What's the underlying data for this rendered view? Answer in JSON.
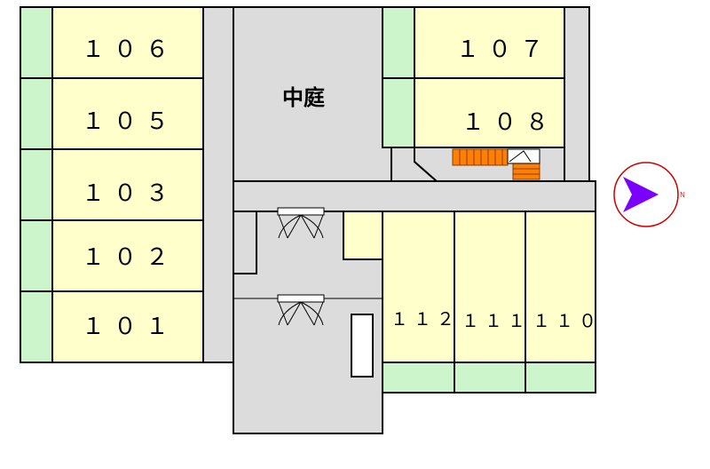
{
  "courtyard": {
    "label": "中庭"
  },
  "rooms": {
    "r106": "１０６",
    "r105": "１０５",
    "r103": "１０３",
    "r102": "１０２",
    "r101": "１０１",
    "r107": "１０７",
    "r108": "１０８",
    "r112": "１１２",
    "r111": "１１１",
    "r110": "１１０"
  },
  "compass": {
    "direction_label": "N",
    "arrow_points": "east"
  },
  "colors": {
    "room_fill": "#ffffcc",
    "balcony_fill": "#ccf5cc",
    "common_fill": "#dcdcdc",
    "wall": "#000000",
    "stairs": "#ff7f00",
    "compass_ring": "#d00000",
    "compass_arrow": "#7a00ff"
  }
}
